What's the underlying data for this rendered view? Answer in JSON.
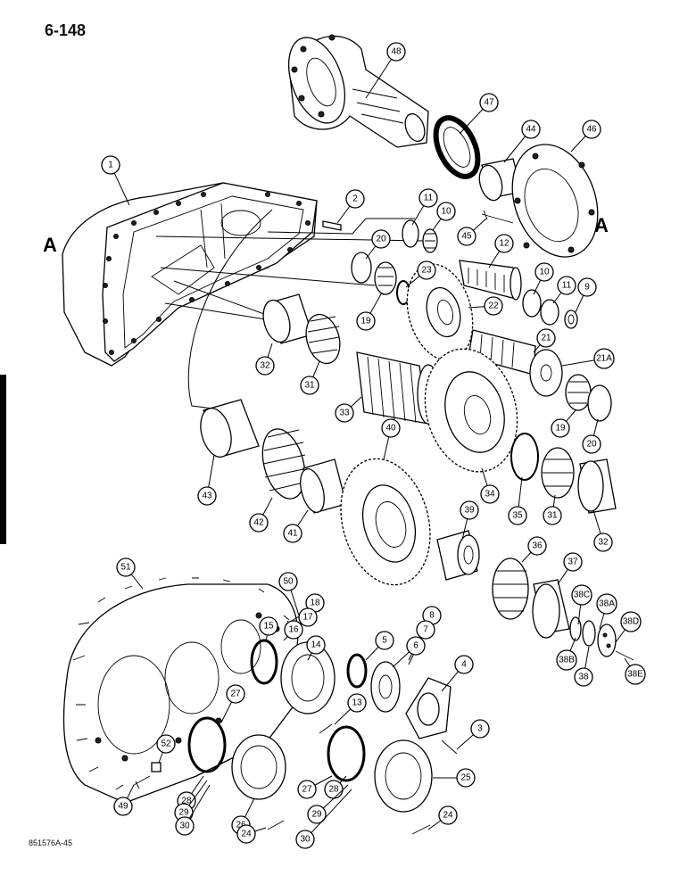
{
  "page": {
    "page_number": "6-148",
    "drawing_id": "851576A-45"
  },
  "letters": [
    {
      "id": "left",
      "text": "A"
    },
    {
      "id": "right",
      "text": "A"
    }
  ],
  "callouts": [
    {
      "label": "48"
    },
    {
      "label": "47"
    },
    {
      "label": "44"
    },
    {
      "label": "46"
    },
    {
      "label": "1"
    },
    {
      "label": "2"
    },
    {
      "label": "11"
    },
    {
      "label": "10"
    },
    {
      "label": "45"
    },
    {
      "label": "20"
    },
    {
      "label": "12"
    },
    {
      "label": "23"
    },
    {
      "label": "10"
    },
    {
      "label": "11"
    },
    {
      "label": "9"
    },
    {
      "label": "22"
    },
    {
      "label": "19"
    },
    {
      "label": "21"
    },
    {
      "label": "32"
    },
    {
      "label": "21A"
    },
    {
      "label": "31"
    },
    {
      "label": "33"
    },
    {
      "label": "19"
    },
    {
      "label": "20"
    },
    {
      "label": "40"
    },
    {
      "label": "43"
    },
    {
      "label": "34"
    },
    {
      "label": "42"
    },
    {
      "label": "35"
    },
    {
      "label": "31"
    },
    {
      "label": "39"
    },
    {
      "label": "41"
    },
    {
      "label": "32"
    },
    {
      "label": "36"
    },
    {
      "label": "37"
    },
    {
      "label": "51"
    },
    {
      "label": "50"
    },
    {
      "label": "38C"
    },
    {
      "label": "18"
    },
    {
      "label": "38A"
    },
    {
      "label": "17"
    },
    {
      "label": "16"
    },
    {
      "label": "15"
    },
    {
      "label": "8"
    },
    {
      "label": "7"
    },
    {
      "label": "38D"
    },
    {
      "label": "14"
    },
    {
      "label": "5"
    },
    {
      "label": "6"
    },
    {
      "label": "38B"
    },
    {
      "label": "38"
    },
    {
      "label": "38E"
    },
    {
      "label": "4"
    },
    {
      "label": "27"
    },
    {
      "label": "13"
    },
    {
      "label": "3"
    },
    {
      "label": "52"
    },
    {
      "label": "25"
    },
    {
      "label": "27"
    },
    {
      "label": "49"
    },
    {
      "label": "28"
    },
    {
      "label": "29"
    },
    {
      "label": "30"
    },
    {
      "label": "26"
    },
    {
      "label": "28"
    },
    {
      "label": "29"
    },
    {
      "label": "30"
    },
    {
      "label": "24"
    },
    {
      "label": "24"
    }
  ]
}
